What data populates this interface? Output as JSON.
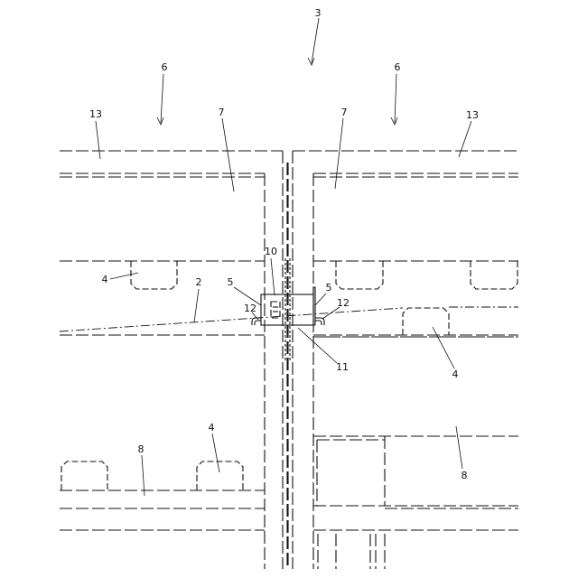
{
  "labels": {
    "l3": "3",
    "l6a": "6",
    "l6b": "6",
    "l13a": "13",
    "l13b": "13",
    "l7a": "7",
    "l7b": "7",
    "l10": "10",
    "l5a": "5",
    "l5b": "5",
    "l2": "2",
    "l4a": "4",
    "l4b": "4",
    "l4c": "4",
    "l12a": "12",
    "l12b": "12",
    "l11": "11",
    "l8a": "8",
    "l8b": "8"
  }
}
